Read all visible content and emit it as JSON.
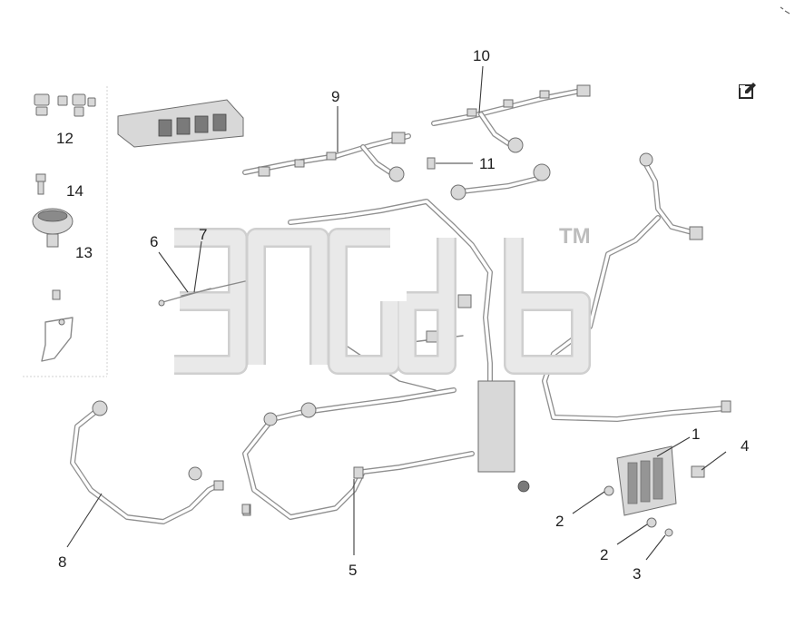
{
  "diagram": {
    "callouts": [
      {
        "id": "c1",
        "label": "1"
      },
      {
        "id": "c2a",
        "label": "2"
      },
      {
        "id": "c2b",
        "label": "2"
      },
      {
        "id": "c3",
        "label": "3"
      },
      {
        "id": "c4",
        "label": "4"
      },
      {
        "id": "c5",
        "label": "5"
      },
      {
        "id": "c6",
        "label": "6"
      },
      {
        "id": "c7",
        "label": "7"
      },
      {
        "id": "c8",
        "label": "8"
      },
      {
        "id": "c9",
        "label": "9"
      },
      {
        "id": "c10",
        "label": "10"
      },
      {
        "id": "c11",
        "label": "11"
      },
      {
        "id": "c12",
        "label": "12"
      },
      {
        "id": "c13",
        "label": "13"
      },
      {
        "id": "c14",
        "label": "14"
      }
    ],
    "watermark_tm": "TM"
  },
  "toolbar": {
    "edit_icon": "edit-icon",
    "corner_icon": "corner-mark-icon"
  },
  "colors": {
    "line": "#8a8a8a",
    "watermark": "#cfcfcf",
    "text": "#1e1e1e"
  }
}
